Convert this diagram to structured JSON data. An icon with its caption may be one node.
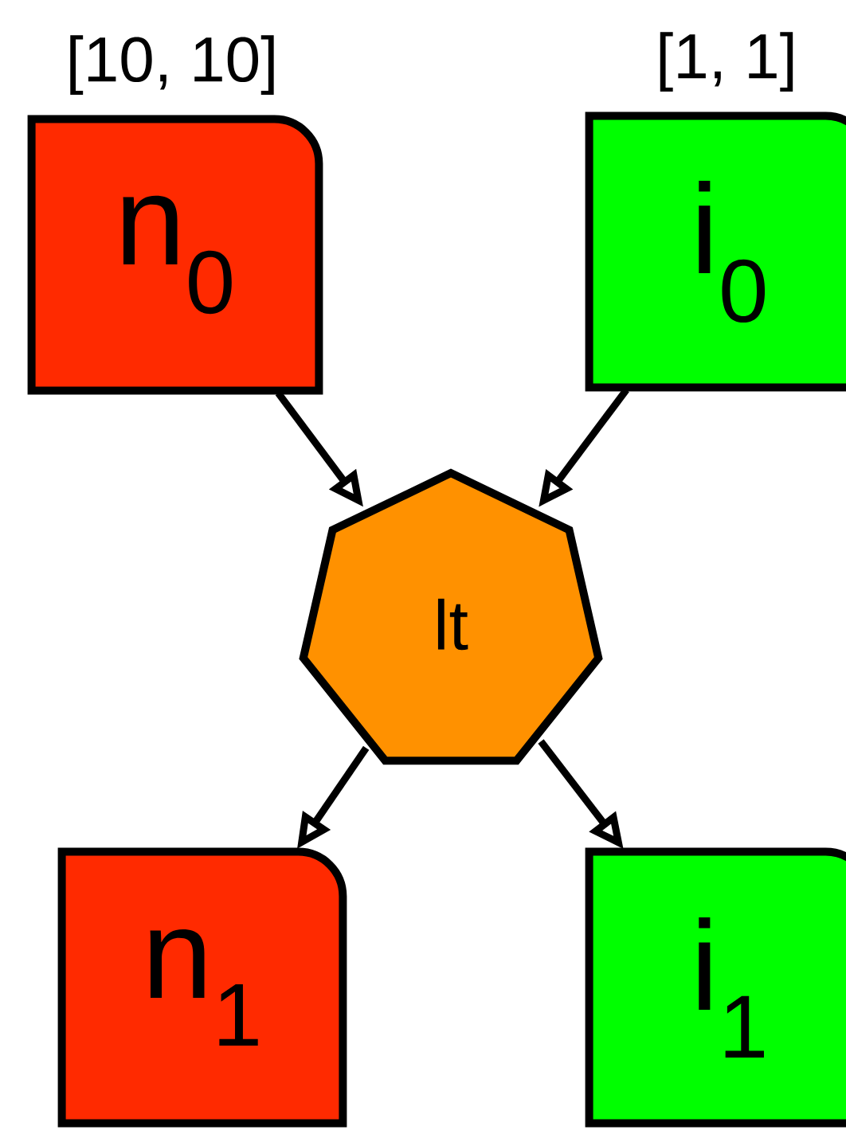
{
  "diagram": {
    "nodes": [
      {
        "text": [
          "n$_{0}$"
        ],
        "beside": [
          "[10, 10]"
        ]
      },
      {
        "text": [
          "i$_{0}$"
        ],
        "beside": [
          "[1, 1]"
        ]
      },
      {
        "text": [
          "lt"
        ]
      },
      {
        "text": [
          "n$_{1}$"
        ]
      },
      {
        "text": [
          "i$_{1}$"
        ]
      }
    ],
    "edges": [
      {
        "from": 0,
        "to": 2,
        "arrow": "to"
      },
      {
        "from": 1,
        "to": 2,
        "arrow": "to"
      },
      {
        "from": 2,
        "to": 3,
        "arrow": "to"
      },
      {
        "from": 2,
        "to": 4,
        "arrow": "to"
      }
    ]
  }
}
